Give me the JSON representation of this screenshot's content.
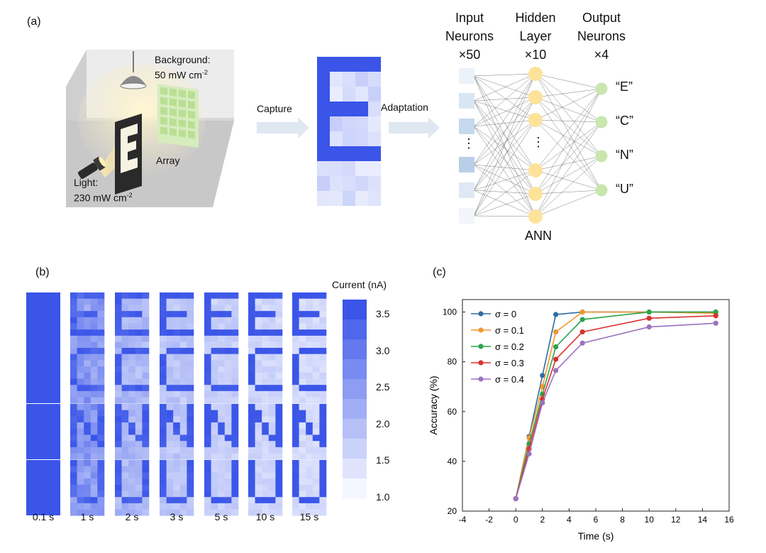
{
  "panel_a": {
    "label": "(a)",
    "background_label": "Background:",
    "background_value": "50 mW cm",
    "light_label": "Light:",
    "light_value": "230 mW cm",
    "exponent": "-2",
    "array_label": "Array",
    "capture_label": "Capture",
    "adaptation_label": "Adaptation",
    "input_title": [
      "Input",
      "Neurons",
      "×50"
    ],
    "hidden_title": [
      "Hidden",
      "Layer",
      "×10"
    ],
    "output_title": [
      "Output",
      "Neurons",
      "×4"
    ],
    "outputs": [
      "“E”",
      "“C”",
      "“N”",
      "“U”"
    ],
    "ann_label": "ANN",
    "dots": "⋮"
  },
  "panel_b": {
    "label": "(b)",
    "colorbar_title": "Current (nA)",
    "colorbar_ticks": [
      "3.5",
      "3.0",
      "2.5",
      "2.0",
      "1.5",
      "1.0"
    ],
    "time_labels": [
      "0.1 s",
      "1 s",
      "2 s",
      "3 s",
      "5 s",
      "10 s",
      "15 s"
    ],
    "letters": [
      "E",
      "C",
      "N",
      "U"
    ],
    "colors": {
      "high": "#3a55e8",
      "low": "#f4f6ff"
    }
  },
  "chart_data": {
    "panel_label": "(c)",
    "type": "line",
    "xlabel": "Time (s)",
    "ylabel": "Accuracy (%)",
    "xlim": [
      -4,
      16
    ],
    "ylim": [
      20,
      105
    ],
    "xticks": [
      -4,
      -2,
      0,
      2,
      4,
      6,
      8,
      10,
      12,
      14,
      16
    ],
    "yticks": [
      20,
      40,
      60,
      80,
      100
    ],
    "legend_position": "top-left",
    "series": [
      {
        "name": "σ = 0",
        "color": "#2e6da4",
        "x": [
          0,
          1,
          2,
          3,
          5,
          10,
          15
        ],
        "y": [
          25,
          50,
          74.5,
          99,
          100,
          100,
          100
        ]
      },
      {
        "name": "σ = 0.1",
        "color": "#f0962e",
        "x": [
          0,
          1,
          2,
          3,
          5,
          10,
          15
        ],
        "y": [
          25,
          49.5,
          70,
          92,
          100,
          100,
          99.5
        ]
      },
      {
        "name": "σ = 0.2",
        "color": "#2ca24a",
        "x": [
          0,
          1,
          2,
          3,
          5,
          10,
          15
        ],
        "y": [
          25,
          47,
          67,
          86,
          97,
          100,
          100
        ]
      },
      {
        "name": "σ = 0.3",
        "color": "#d9312f",
        "x": [
          0,
          1,
          2,
          3,
          5,
          10,
          15
        ],
        "y": [
          25,
          45,
          65,
          81,
          92,
          97.5,
          98.5
        ]
      },
      {
        "name": "σ = 0.4",
        "color": "#9a72c0",
        "x": [
          0,
          1,
          2,
          3,
          5,
          10,
          15
        ],
        "y": [
          25,
          43,
          63.5,
          76.5,
          87.5,
          94,
          95.5
        ]
      }
    ]
  }
}
